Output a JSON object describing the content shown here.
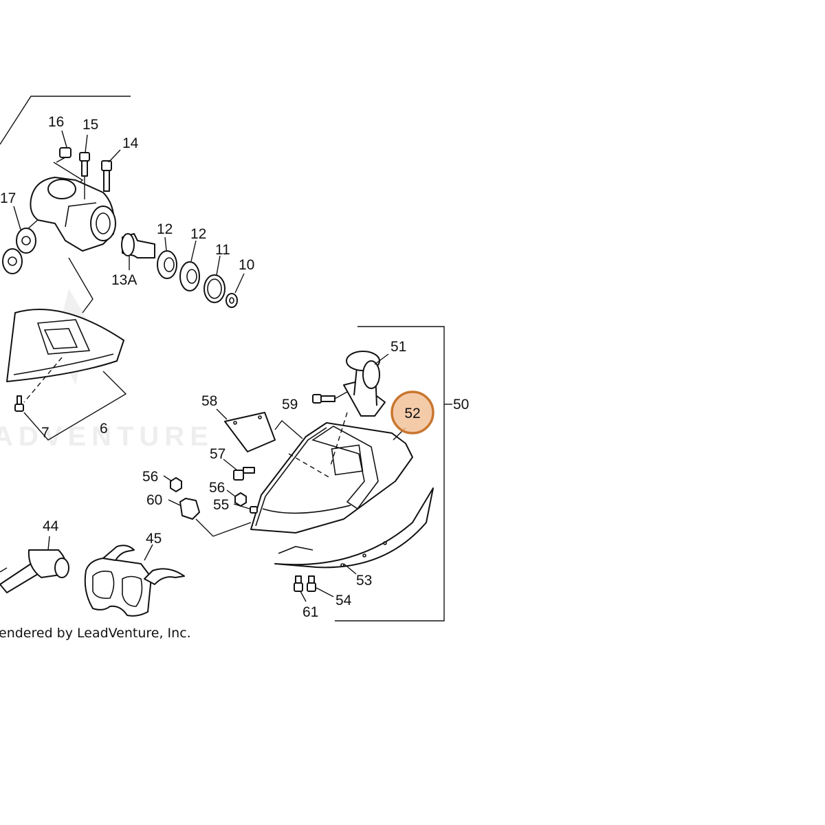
{
  "diagram": {
    "watermark": "ADVENTURE",
    "credit": "endered by LeadVenture, Inc.",
    "highlight": {
      "label": "52",
      "color": "#c9762e",
      "fill": "#f2c29a"
    },
    "labels": {
      "p16": "16",
      "p15": "15",
      "p14": "14",
      "p17": "17",
      "p12a": "12",
      "p12b": "12",
      "p11": "11",
      "p10": "10",
      "p13a": "13A",
      "p51": "51",
      "p50": "50",
      "p59": "59",
      "p58": "58",
      "p57": "57",
      "p56a": "56",
      "p56b": "56",
      "p60": "60",
      "p55": "55",
      "p44": "44",
      "p45": "45",
      "p53": "53",
      "p54": "54",
      "p61": "61",
      "p7": "7",
      "p6": "6"
    }
  }
}
